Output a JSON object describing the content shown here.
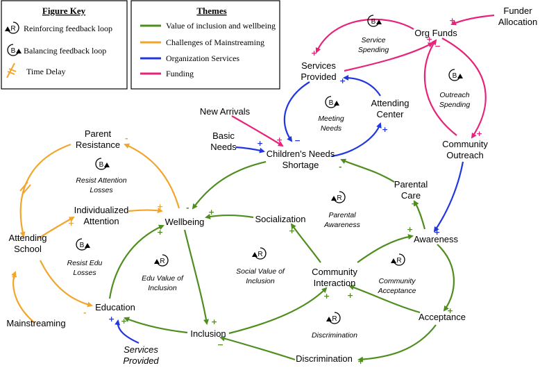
{
  "figure_key": {
    "title": "Figure Key",
    "items": [
      {
        "label": "Reinforcing feedback loop",
        "letter": "R"
      },
      {
        "label": "Balancing feedback loop",
        "letter": "B"
      },
      {
        "label": "Time Delay"
      }
    ]
  },
  "themes": {
    "title": "Themes",
    "items": [
      {
        "label": "Value of inclusion and wellbeing",
        "color": "#4e8d1e"
      },
      {
        "label": "Challenges of Mainstreaming",
        "color": "#f2a52b"
      },
      {
        "label": "Organization Services",
        "color": "#2136e0"
      },
      {
        "label": "Funding",
        "color": "#e8217a"
      }
    ]
  },
  "nodes": {
    "funder_allocation": [
      "Funder",
      "Allocation"
    ],
    "org_funds": [
      "Org Funds"
    ],
    "services_provided_top": [
      "Services",
      "Provided"
    ],
    "attending_center": [
      "Attending",
      "Center"
    ],
    "new_arrivals": [
      "New Arrivals"
    ],
    "basic_needs": [
      "Basic",
      "Needs"
    ],
    "childrens_needs_shortage": [
      "Children's Needs",
      "Shortage"
    ],
    "community_outreach": [
      "Community",
      "Outreach"
    ],
    "parent_resistance": [
      "Parent",
      "Resistance"
    ],
    "parental_care": [
      "Parental",
      "Care"
    ],
    "individualized_attention": [
      "Individualized",
      "Attention"
    ],
    "wellbeing": [
      "Wellbeing"
    ],
    "socialization": [
      "Socialization"
    ],
    "awareness": [
      "Awareness"
    ],
    "attending_school": [
      "Attending",
      "School"
    ],
    "community_interaction": [
      "Community",
      "Interaction"
    ],
    "education": [
      "Education"
    ],
    "acceptance": [
      "Acceptance"
    ],
    "mainstreaming": [
      "Mainstreaming"
    ],
    "inclusion": [
      "Inclusion"
    ],
    "services_provided_bottom": [
      "Services",
      "Provided"
    ],
    "discrimination": [
      "Discrimination"
    ]
  },
  "loops": [
    {
      "letter": "B",
      "name": [
        "Service",
        "Spending"
      ]
    },
    {
      "letter": "B",
      "name": [
        "Meeting",
        "Needs"
      ]
    },
    {
      "letter": "B",
      "name": [
        "Outreach",
        "Spending"
      ]
    },
    {
      "letter": "B",
      "name": [
        "Resist Attention",
        "Losses"
      ]
    },
    {
      "letter": "R",
      "name": [
        "Parental",
        "Awareness"
      ]
    },
    {
      "letter": "B",
      "name": [
        "Resist Edu",
        "Losses"
      ]
    },
    {
      "letter": "R",
      "name": [
        "Edu Value of",
        "Inclusion"
      ]
    },
    {
      "letter": "R",
      "name": [
        "Social Value of",
        "Inclusion"
      ]
    },
    {
      "letter": "R",
      "name": [
        "Community",
        "Acceptance"
      ]
    },
    {
      "letter": "R",
      "name": [
        "Discrimination"
      ]
    }
  ]
}
